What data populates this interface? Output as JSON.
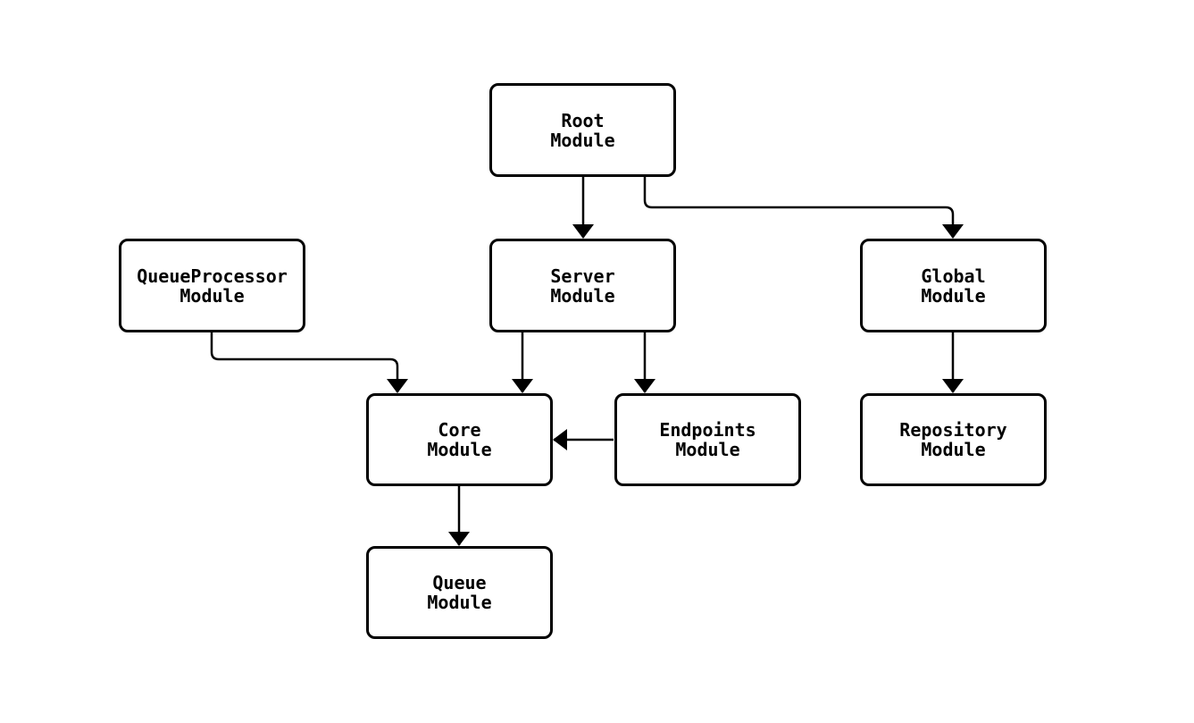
{
  "diagram": {
    "background_color": "#ffffff",
    "node_fill_color": "#ffffff",
    "node_stroke_color": "#000000",
    "edge_color": "#000000",
    "nodes": [
      {
        "id": "root",
        "label": "Root\nModule"
      },
      {
        "id": "queueprocessor",
        "label": "QueueProcessor\nModule"
      },
      {
        "id": "server",
        "label": "Server\nModule"
      },
      {
        "id": "global",
        "label": "Global\nModule"
      },
      {
        "id": "core",
        "label": "Core\nModule"
      },
      {
        "id": "endpoints",
        "label": "Endpoints\nModule"
      },
      {
        "id": "repository",
        "label": "Repository\nModule"
      },
      {
        "id": "queue",
        "label": "Queue\nModule"
      }
    ],
    "edges": [
      {
        "from": "root",
        "to": "server"
      },
      {
        "from": "root",
        "to": "global"
      },
      {
        "from": "queueprocessor",
        "to": "core"
      },
      {
        "from": "server",
        "to": "core"
      },
      {
        "from": "server",
        "to": "endpoints"
      },
      {
        "from": "endpoints",
        "to": "core"
      },
      {
        "from": "global",
        "to": "repository"
      },
      {
        "from": "core",
        "to": "queue"
      }
    ]
  }
}
